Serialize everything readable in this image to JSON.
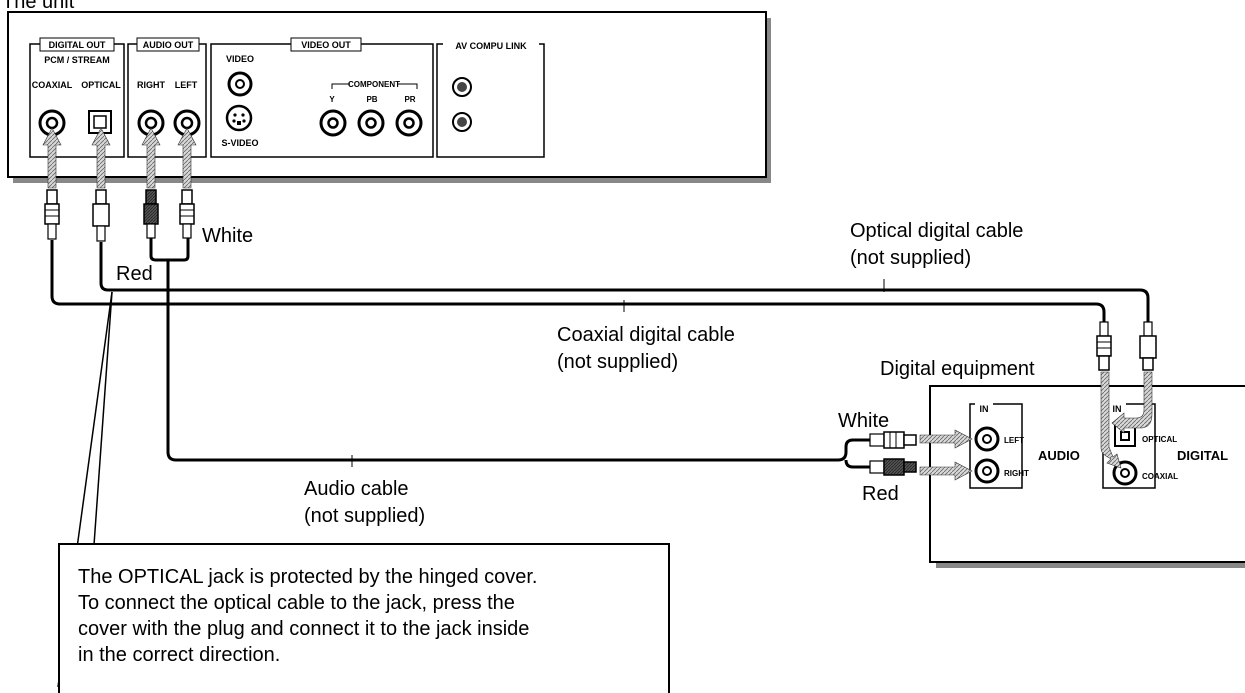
{
  "unit": {
    "title": "The unit",
    "digital_out": {
      "header": "DIGITAL OUT",
      "sub": "PCM / STREAM",
      "coaxial": "COAXIAL",
      "optical": "OPTICAL"
    },
    "audio_out": {
      "header": "AUDIO OUT",
      "right": "RIGHT",
      "left": "LEFT"
    },
    "video_out": {
      "header": "VIDEO OUT",
      "video": "VIDEO",
      "s_video": "S-VIDEO",
      "component": "COMPONENT",
      "y": "Y",
      "pb": "PB",
      "pr": "PR"
    },
    "av_link": {
      "header": "AV COMPU LINK"
    }
  },
  "labels": {
    "white_top": "White",
    "red_top": "Red",
    "optical_cable_1": "Optical digital cable",
    "optical_cable_2": "(not supplied)",
    "coaxial_cable_1": "Coaxial digital cable",
    "coaxial_cable_2": "(not supplied)",
    "audio_cable_1": "Audio cable",
    "audio_cable_2": "(not supplied)",
    "white_right": "White",
    "red_right": "Red"
  },
  "equipment": {
    "title": "Digital equipment",
    "audio_in": {
      "header": "IN",
      "left": "LEFT",
      "right": "RIGHT",
      "name": "AUDIO"
    },
    "digital_in": {
      "header": "IN",
      "optical": "OPTICAL",
      "coaxial": "COAXIAL",
      "name": "DIGITAL"
    }
  },
  "note": {
    "line1": "The OPTICAL jack is protected by the hinged cover.",
    "line2": "To connect the optical cable to the jack, press the",
    "line3": "cover with the plug and connect it to the jack inside",
    "line4": "in the correct direction."
  }
}
